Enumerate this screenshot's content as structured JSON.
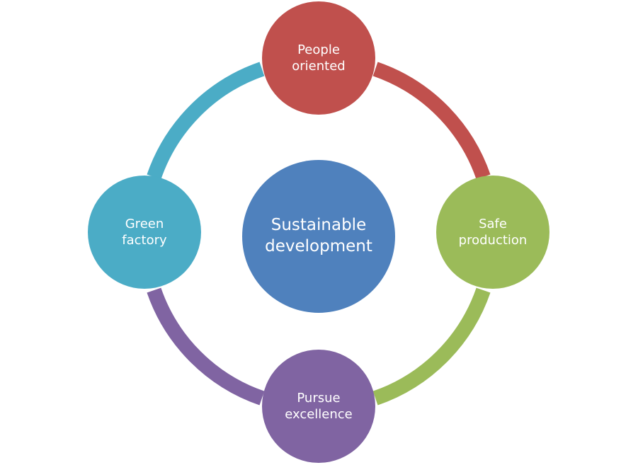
{
  "center": {
    "label_line1": "Sustainable",
    "label_line2": "development",
    "color": "#4F81BD"
  },
  "nodes": [
    {
      "id": "people-oriented",
      "line1": "People",
      "line2": "oriented",
      "color": "#C0504D"
    },
    {
      "id": "safe-production",
      "line1": "Safe",
      "line2": "production",
      "color": "#9BBB59"
    },
    {
      "id": "pursue-excellence",
      "line1": "Pursue",
      "line2": "excellence",
      "color": "#8064A2"
    },
    {
      "id": "green-factory",
      "line1": "Green",
      "line2": "factory",
      "color": "#4BACC6"
    }
  ]
}
